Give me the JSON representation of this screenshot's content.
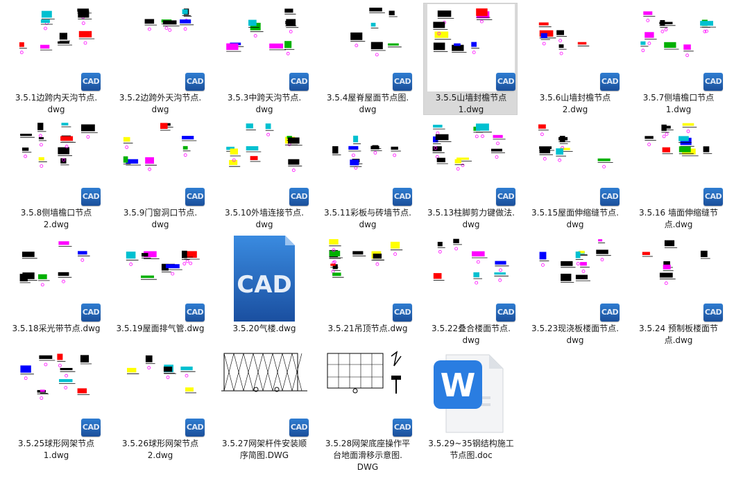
{
  "files": [
    {
      "lines": [
        "3.5.1边跨内天沟节点.",
        "dwg"
      ],
      "kind": "cad"
    },
    {
      "lines": [
        "3.5.2边跨外天沟节点.",
        "dwg"
      ],
      "kind": "cad"
    },
    {
      "lines": [
        "3.5.3中跨天沟节点.",
        "dwg"
      ],
      "kind": "cad"
    },
    {
      "lines": [
        "3.5.4屋脊屋面节点图.",
        "dwg"
      ],
      "kind": "cad"
    },
    {
      "lines": [
        "3.5.5山墙封檐节点",
        "1.dwg"
      ],
      "kind": "cad",
      "selected": true
    },
    {
      "lines": [
        "3.5.6山墙封檐节点",
        "2.dwg"
      ],
      "kind": "cad"
    },
    {
      "lines": [
        "3.5.7侧墙檐口节点",
        "1.dwg"
      ],
      "kind": "cad"
    },
    {
      "lines": [
        "3.5.8侧墙檐口节点",
        "2.dwg"
      ],
      "kind": "cad"
    },
    {
      "lines": [
        "3.5.9门窗洞口节点.",
        "dwg"
      ],
      "kind": "cad"
    },
    {
      "lines": [
        "3.5.10外墙连接节点.",
        "dwg"
      ],
      "kind": "cad"
    },
    {
      "lines": [
        "3.5.11彩板与砖墙节点.",
        "dwg"
      ],
      "kind": "cad"
    },
    {
      "lines": [
        "3.5.13柱脚剪力键做法.",
        "dwg"
      ],
      "kind": "cad"
    },
    {
      "lines": [
        "3.5.15屋面伸缩缝节点.",
        "dwg"
      ],
      "kind": "cad"
    },
    {
      "lines": [
        "3.5.16 墙面伸缩缝节",
        "点.dwg"
      ],
      "kind": "cad"
    },
    {
      "lines": [
        "3.5.18采光带节点.dwg"
      ],
      "kind": "cad"
    },
    {
      "lines": [
        "3.5.19屋面排气管.dwg"
      ],
      "kind": "cad"
    },
    {
      "lines": [
        "3.5.20气楼.dwg"
      ],
      "kind": "cad-big"
    },
    {
      "lines": [
        "3.5.21吊顶节点.dwg"
      ],
      "kind": "cad"
    },
    {
      "lines": [
        "3.5.22叠合楼面节点.",
        "dwg"
      ],
      "kind": "cad"
    },
    {
      "lines": [
        "3.5.23现浇板楼面节点.",
        "dwg"
      ],
      "kind": "cad"
    },
    {
      "lines": [
        "3.5.24 预制板楼面节",
        "点.dwg"
      ],
      "kind": "cad"
    },
    {
      "lines": [
        "3.5.25球形网架节点",
        "1.dwg"
      ],
      "kind": "cad"
    },
    {
      "lines": [
        "3.5.26球形网架节点",
        "2.dwg"
      ],
      "kind": "cad"
    },
    {
      "lines": [
        "3.5.27网架杆件安装顺",
        "序简图.DWG"
      ],
      "kind": "cad"
    },
    {
      "lines": [
        "3.5.28网架底座操作平",
        "台地面滑移示意图.",
        "DWG"
      ],
      "kind": "cad"
    },
    {
      "lines": [
        "3.5.29~35钢结构施工",
        "节点图.doc"
      ],
      "kind": "doc"
    }
  ],
  "badge_text": "CAD",
  "big_cad_text": "CAD",
  "doc_letter": "W",
  "colors": {
    "selected_bg": "#d9d9d9",
    "cad_blue": "#1b4f9a",
    "doc_blue": "#2a7de1"
  }
}
